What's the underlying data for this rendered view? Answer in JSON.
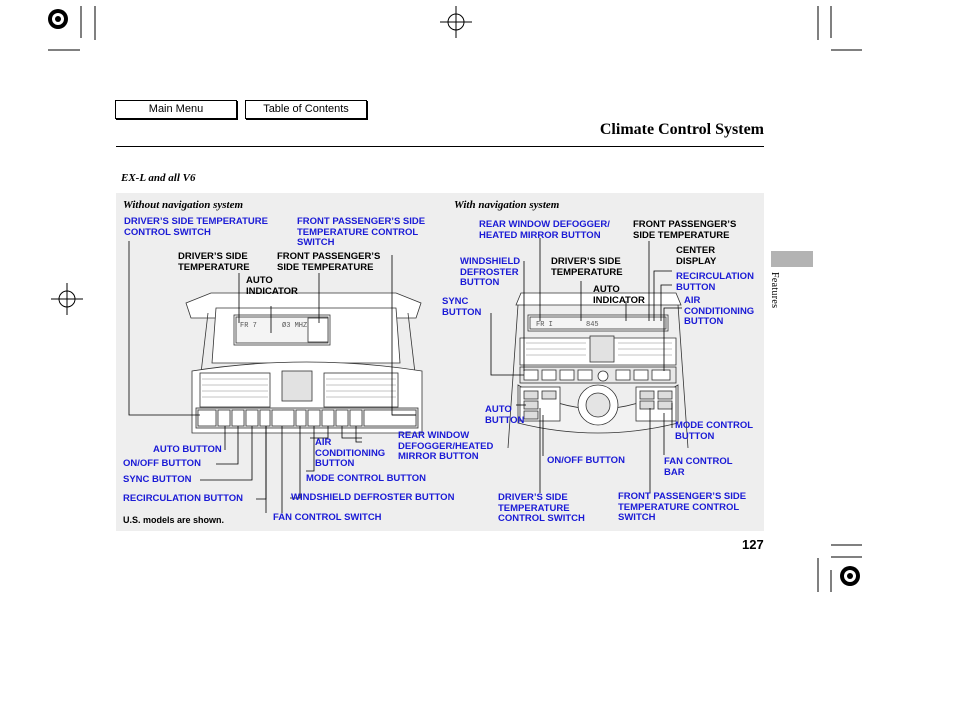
{
  "nav": {
    "main_menu": "Main Menu",
    "table_of_contents": "Table of Contents"
  },
  "page": {
    "title": "Climate Control System",
    "model_note": "EX-L and all V6",
    "section_tab": "Features",
    "page_number": "127",
    "footnote": "U.S. models are shown."
  },
  "left_diagram": {
    "heading": "Without navigation system",
    "labels": {
      "drivers_temp_switch": "DRIVER’S SIDE TEMPERATURE\nCONTROL SWITCH",
      "passenger_temp_switch": "FRONT PASSENGER’S SIDE\nTEMPERATURE CONTROL\nSWITCH",
      "drivers_temp": "DRIVER’S SIDE\nTEMPERATURE",
      "passenger_temp": "FRONT PASSENGER’S\nSIDE TEMPERATURE",
      "auto_indicator": "AUTO\nINDICATOR",
      "auto_button": "AUTO BUTTON",
      "onoff_button": "ON/OFF BUTTON",
      "sync_button": "SYNC BUTTON",
      "recirc_button": "RECIRCULATION BUTTON",
      "fan_switch": "FAN CONTROL SWITCH",
      "windshield_defroster": "WINDSHIELD DEFROSTER BUTTON",
      "mode_button": "MODE CONTROL BUTTON",
      "air_conditioning": "AIR\nCONDITIONING\nBUTTON",
      "rear_defogger": "REAR WINDOW\nDEFOGGER/HEATED\nMIRROR BUTTON"
    },
    "display": {
      "left_temp": "FR 7",
      "right_temp": "Ø3  MHZ"
    }
  },
  "right_diagram": {
    "heading": "With navigation system",
    "labels": {
      "rear_defogger": "REAR WINDOW DEFOGGER/\nHEATED MIRROR BUTTON",
      "passenger_temp": "FRONT PASSENGER’S\nSIDE TEMPERATURE",
      "center_display": "CENTER\nDISPLAY",
      "windshield_defroster": "WINDSHIELD\nDEFROSTER\nBUTTON",
      "drivers_temp": "DRIVER’S SIDE\nTEMPERATURE",
      "recirc_button": "RECIRCULATION\nBUTTON",
      "auto_indicator": "AUTO\nINDICATOR",
      "air_conditioning": "AIR\nCONDITIONING\nBUTTON",
      "sync_button": "SYNC\nBUTTON",
      "auto_button": "AUTO\nBUTTON",
      "mode_button": "MODE CONTROL\nBUTTON",
      "onoff_button": "ON/OFF BUTTON",
      "fan_bar": "FAN CONTROL\nBAR",
      "drivers_temp_switch": "DRIVER’S SIDE\nTEMPERATURE\nCONTROL SWITCH",
      "passenger_temp_switch": "FRONT PASSENGER’S SIDE\nTEMPERATURE CONTROL\nSWITCH"
    },
    "display": {
      "left_temp": "FR I",
      "right_temp": "845"
    }
  },
  "colors": {
    "label_blue": "#1a1ad6",
    "panel_bg": "#eeeeee",
    "tab_gray": "#b3b3b3"
  }
}
